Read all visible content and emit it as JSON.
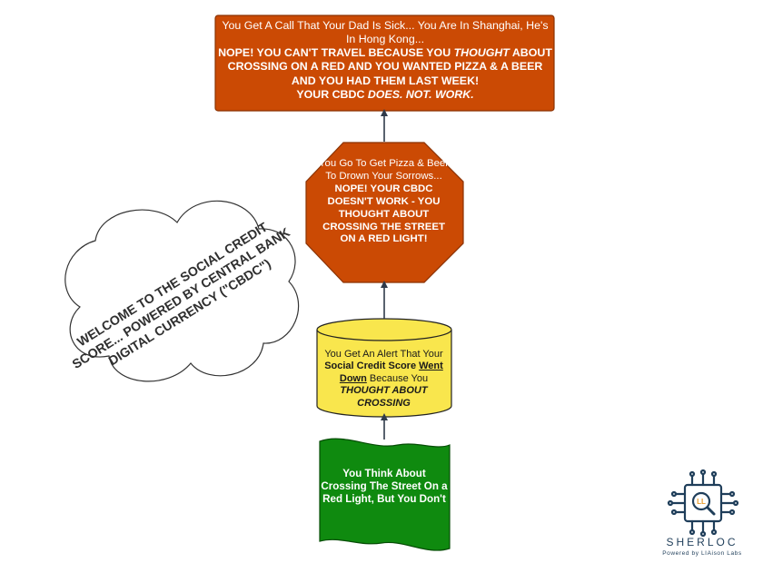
{
  "colors": {
    "orange": "#cb4a04",
    "orange_stroke": "#8a3202",
    "yellow": "#f9e64d",
    "green": "#0f8a0f",
    "connector": "#2f3a4a",
    "cloud_fill": "#ffffff",
    "cloud_stroke": "#333333",
    "logo": "#1f3e5a",
    "logo_accent": "#e89a2a"
  },
  "icons": [
    "arrow-up-icon",
    "sherloc-chip-logo-icon"
  ],
  "nodes": {
    "call_box": {
      "line1": "You Get A Call That Your Dad Is Sick... You Are In Shanghai, He's In Hong Kong...",
      "line2_a": "NOPE! YOU CAN'T TRAVEL BECAUSE YOU ",
      "line2_b": "THOUGHT",
      "line2_c": " ABOUT CROSSING ON A RED AND YOU WANTED PIZZA & A BEER AND YOU HAD THEM LAST WEEK!",
      "line3_a": "YOUR CBDC ",
      "line3_b": "DOES. NOT. WORK."
    },
    "pizza_octagon": {
      "line1": "You Go To Get Pizza & Beer To Drown Your Sorrows...",
      "line2": "NOPE! YOUR CBDC DOESN'T WORK - YOU THOUGHT ABOUT CROSSING THE STREET ON A RED LIGHT!"
    },
    "alert_cylinder": {
      "p1": "You Get An Alert That Your ",
      "p2": "Social Credit Score ",
      "p3": "Went Down",
      "p4": " Because You ",
      "p5": "THOUGHT ABOUT CROSSING"
    },
    "think_wave": {
      "text": "You Think About Crossing The Street On a Red Light, But You Don't"
    },
    "cloud": {
      "text": "WELCOME TO THE SOCIAL CREDIT SCORE... POWERED BY CENTRAL BANK DIGITAL CURRENCY (\"CBDC\")"
    }
  },
  "logo": {
    "name": "SHERLOC",
    "tagline": "Powered by LIAison Labs",
    "badge": "LL"
  }
}
